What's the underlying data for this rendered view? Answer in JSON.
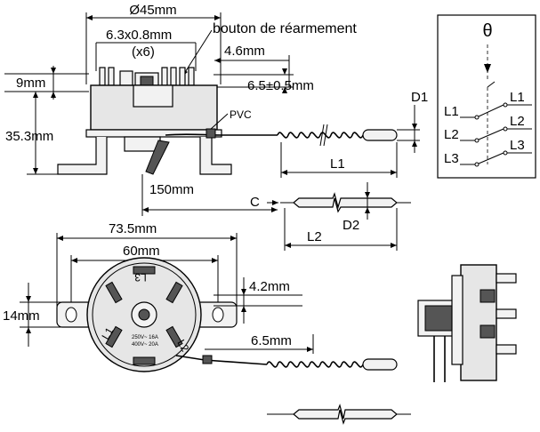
{
  "top_view": {
    "diameter": "Ø45mm",
    "terminal_size": "6.3x0.8mm",
    "terminal_count": "(x6)",
    "reset_button": "bouton de réarmement",
    "terminal_spacing": "4.6mm",
    "terminal_height": "6.5±0.5mm",
    "head_height": "9mm",
    "body_height": "35.3mm",
    "cable_label": "PVC",
    "capillary_length": "150mm"
  },
  "capillary": {
    "d1": "D1",
    "l1": "L1",
    "c": "C",
    "d2": "D2",
    "l2": "L2"
  },
  "schematic": {
    "theta": "θ",
    "left_labels": [
      "L1",
      "L2",
      "L3"
    ],
    "right_labels": [
      "L1",
      "L2",
      "L3"
    ]
  },
  "bottom_view": {
    "flange_width": "73.5mm",
    "hole_spacing": "60mm",
    "flange_height": "14mm",
    "slot_width": "4.2mm",
    "terminal_offset": "6.5mm",
    "face_marks": [
      "L3",
      "L1",
      "L2"
    ],
    "rating_lines": [
      "250V~ 16A",
      "400V~ 20A"
    ]
  }
}
